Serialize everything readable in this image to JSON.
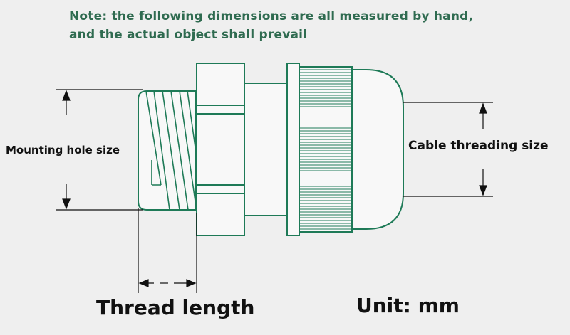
{
  "note": {
    "line1": "Note: the following dimensions are all measured by hand,",
    "line2": "and the actual object shall prevail"
  },
  "labels": {
    "mounting_hole": "Mounting hole size",
    "cable_threading": "Cable threading size",
    "thread_length": "Thread length",
    "unit": "Unit: mm"
  },
  "colors": {
    "outline": "#1e7a57",
    "dimension": "#111111",
    "note_text": "#2f6b50",
    "background": "#efefef"
  }
}
